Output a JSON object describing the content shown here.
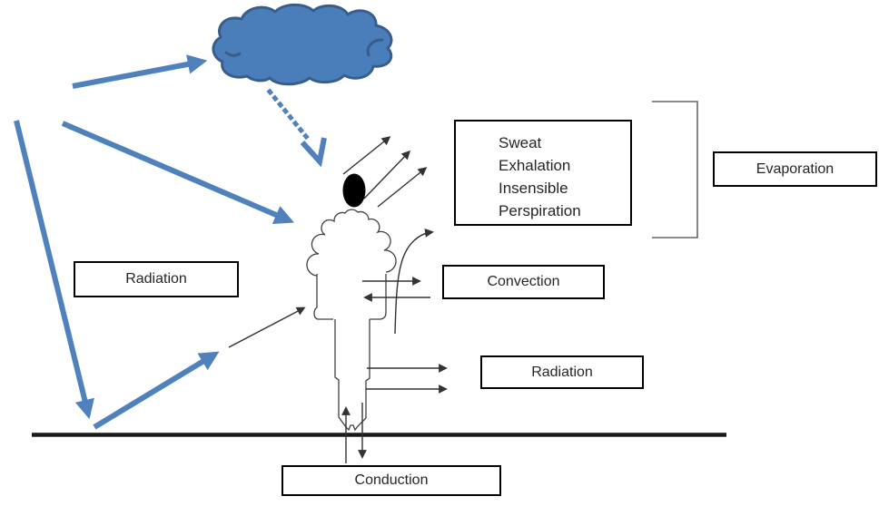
{
  "diagram": {
    "subject": "heat-exchange-between-human-body-and-environment",
    "boxes": {
      "sweat": {
        "lines": [
          "Sweat",
          "Exhalation",
          "Insensible",
          "Perspiration"
        ]
      },
      "evaporation": {
        "label": "Evaporation"
      },
      "radiation_left": {
        "label": "Radiation"
      },
      "convection": {
        "label": "Convection"
      },
      "radiation_right": {
        "label": "Radiation"
      },
      "conduction": {
        "label": "Conduction"
      }
    },
    "colors": {
      "arrow_blue": "#4f81bd",
      "cloud_fill": "#4a7ebb",
      "cloud_stroke": "#385d8a",
      "thin_line": "#333333",
      "ground": "#1a1a1a",
      "box_border": "#000000",
      "text": "#262626"
    }
  }
}
